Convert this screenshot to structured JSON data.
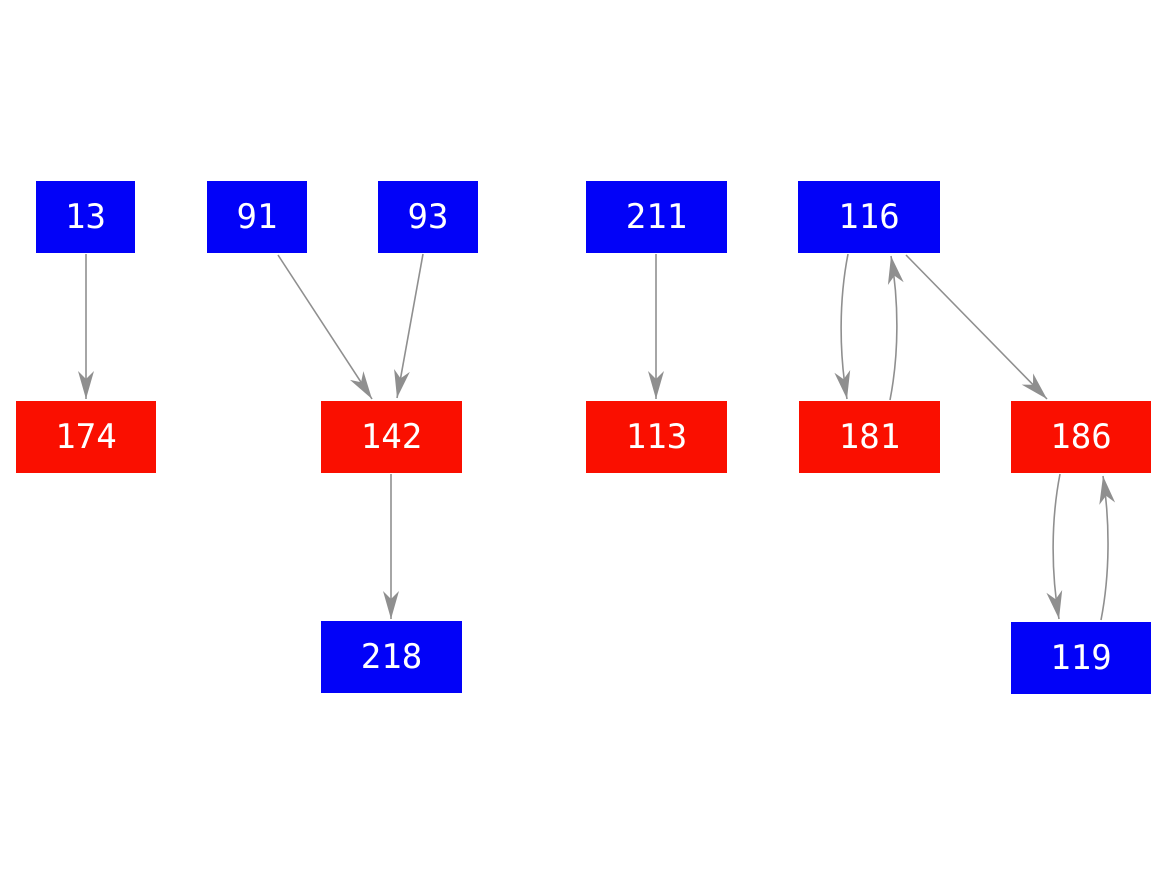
{
  "diagram": {
    "type": "directed-graph",
    "background": "#ffffff"
  },
  "colors": {
    "node_blue": "#0202f8",
    "node_red": "#fa0f00",
    "edge": "#8f8f8f",
    "label_text": "#ffffff"
  },
  "nodes": [
    {
      "id": "13",
      "label": "13",
      "color": "blue"
    },
    {
      "id": "91",
      "label": "91",
      "color": "blue"
    },
    {
      "id": "93",
      "label": "93",
      "color": "blue"
    },
    {
      "id": "211",
      "label": "211",
      "color": "blue"
    },
    {
      "id": "116",
      "label": "116",
      "color": "blue"
    },
    {
      "id": "174",
      "label": "174",
      "color": "red"
    },
    {
      "id": "142",
      "label": "142",
      "color": "red"
    },
    {
      "id": "113",
      "label": "113",
      "color": "red"
    },
    {
      "id": "181",
      "label": "181",
      "color": "red"
    },
    {
      "id": "186",
      "label": "186",
      "color": "red"
    },
    {
      "id": "218",
      "label": "218",
      "color": "blue"
    },
    {
      "id": "119",
      "label": "119",
      "color": "blue"
    }
  ],
  "edges": [
    {
      "from": "13",
      "to": "174"
    },
    {
      "from": "91",
      "to": "142"
    },
    {
      "from": "93",
      "to": "142"
    },
    {
      "from": "211",
      "to": "113"
    },
    {
      "from": "116",
      "to": "181"
    },
    {
      "from": "181",
      "to": "116"
    },
    {
      "from": "116",
      "to": "186"
    },
    {
      "from": "142",
      "to": "218"
    },
    {
      "from": "186",
      "to": "119"
    },
    {
      "from": "119",
      "to": "186"
    }
  ]
}
